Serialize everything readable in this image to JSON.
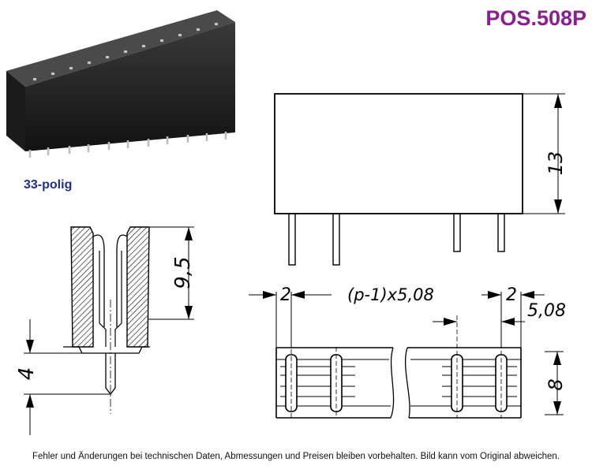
{
  "header": {
    "product_code": "POS.508P"
  },
  "product": {
    "pin_count_label": "33-polig"
  },
  "dimensions": {
    "height": "13",
    "socket_height": "9,5",
    "pin_length": "4",
    "edge_offset_left": "2",
    "edge_offset_right": "2",
    "pitch_formula": "(p-1)x5,08",
    "pitch": "5,08",
    "width": "8"
  },
  "footer": {
    "disclaimer": "Fehler und Änderungen bei technischen Daten, Abmessungen und Preisen bleiben vorbehalten. Bild kann vom Original abweichen."
  }
}
